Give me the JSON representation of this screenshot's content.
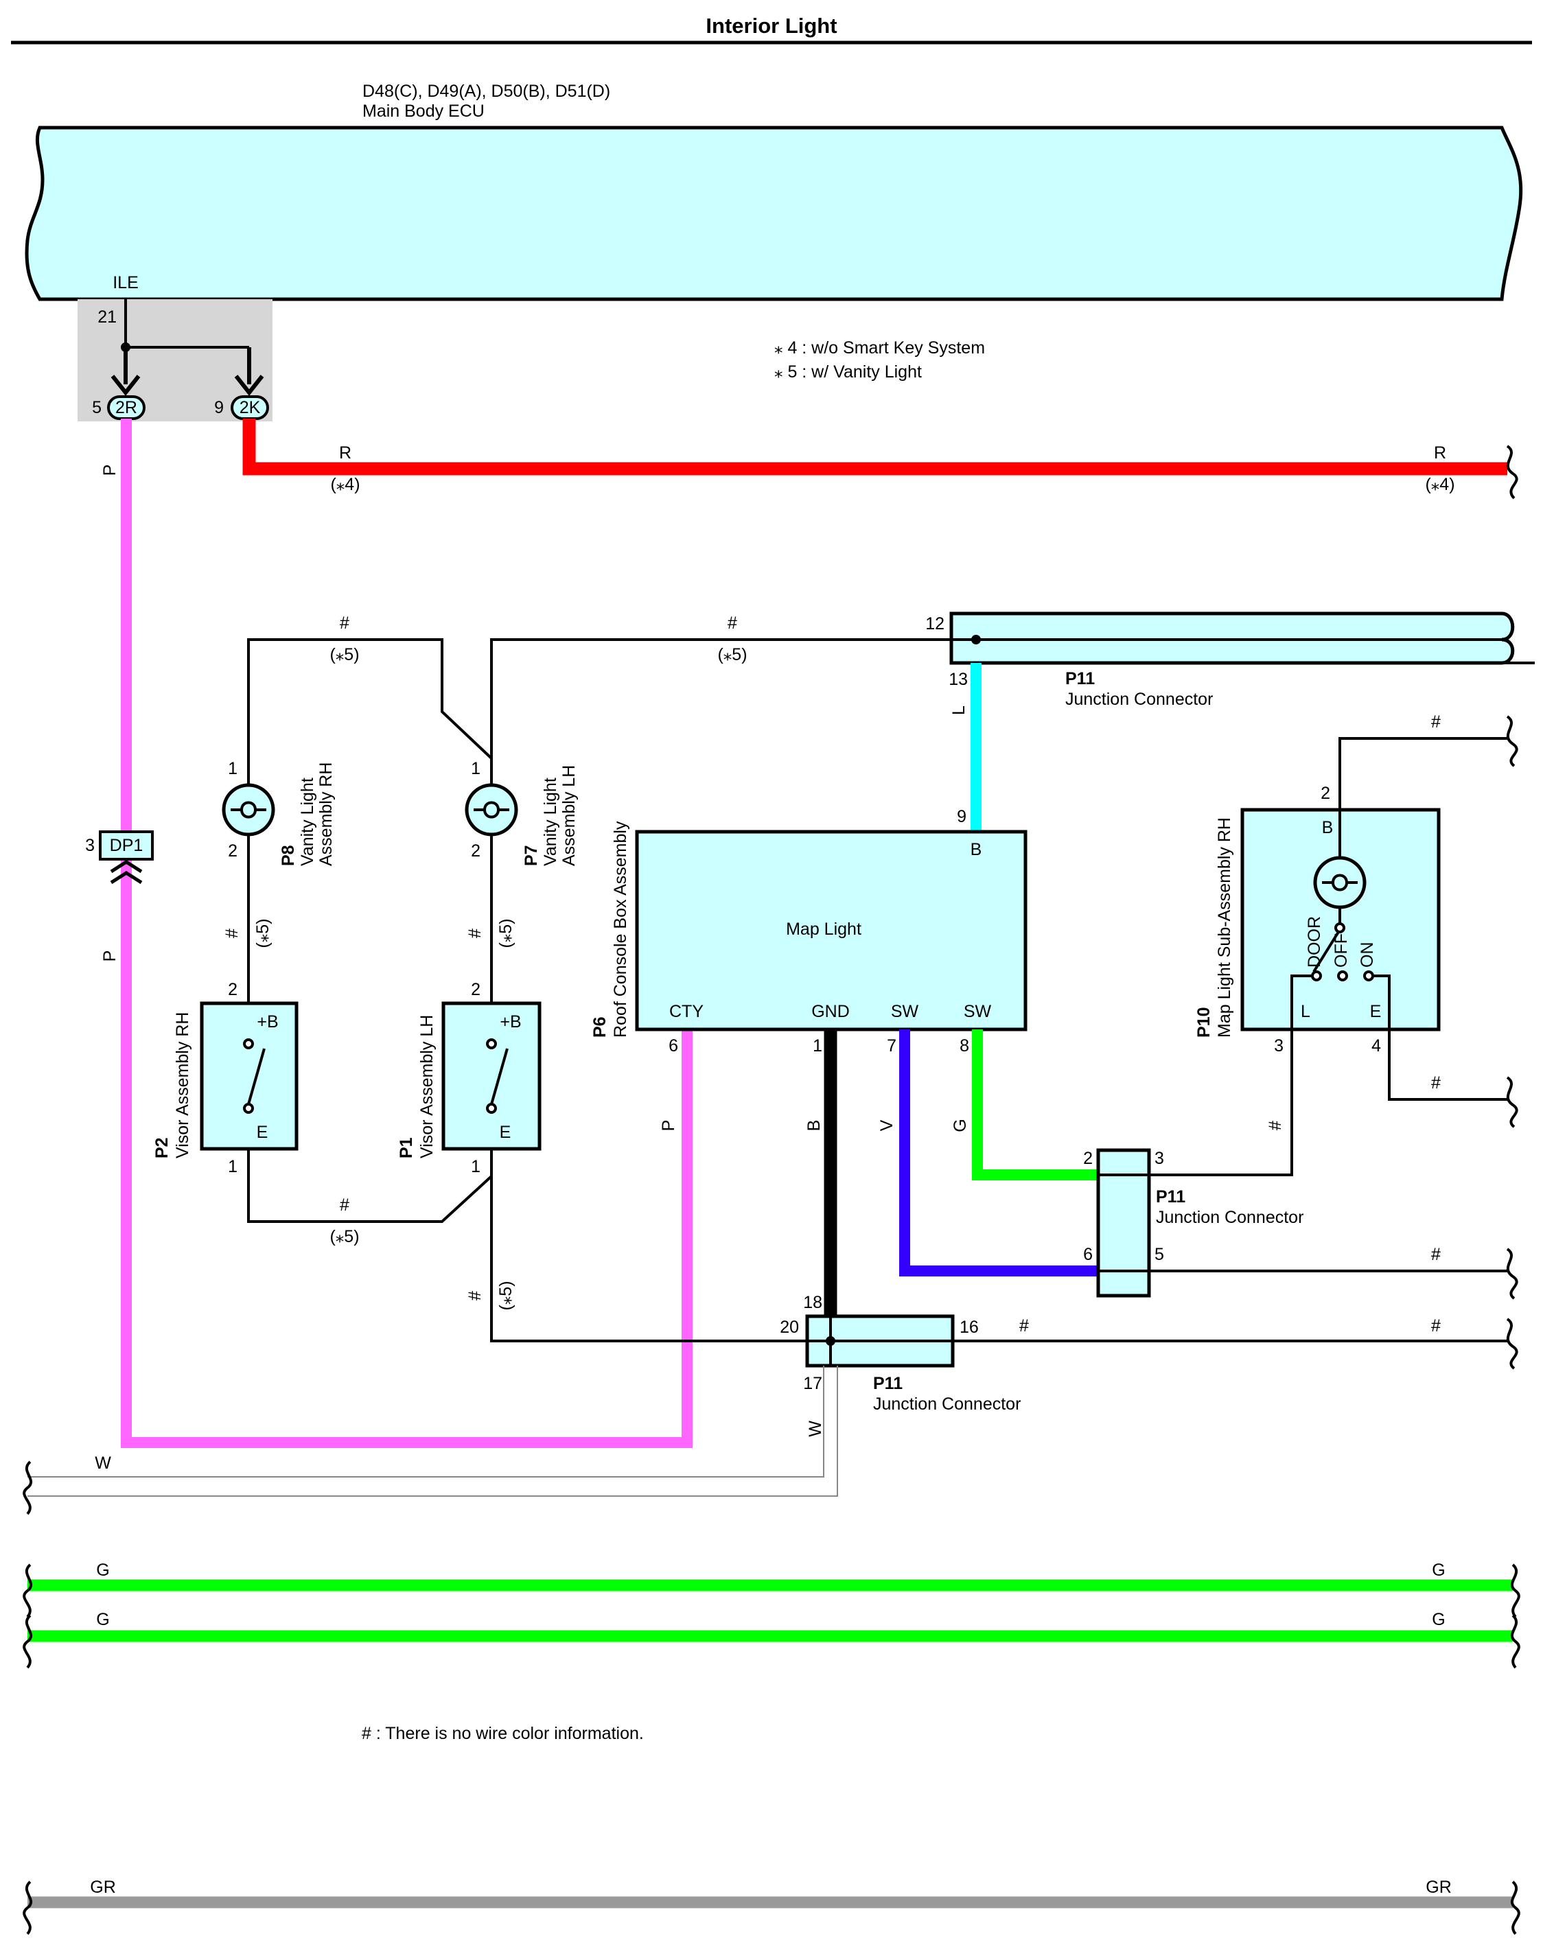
{
  "title": "Interior Light",
  "ecu": {
    "connectors": "D48(C), D49(A), D50(B), D51(D)",
    "name": "Main Body ECU",
    "terminal": "ILE",
    "pin": "21"
  },
  "notes": {
    "n4": "⁎ 4 : w/o Smart Key System",
    "n5": "⁎ 5 : w/ Vanity Light",
    "hash": "# : There is no wire color information."
  },
  "conditions": {
    "c4": "(⁎4)",
    "c5": "(⁎5)"
  },
  "junctions": {
    "j2r": {
      "pin": "5",
      "label": "2R"
    },
    "j2k": {
      "pin": "9",
      "label": "2K"
    },
    "dp1": {
      "pin": "3",
      "label": "DP1"
    }
  },
  "wire_colors": {
    "P": "P",
    "R": "R",
    "L": "L",
    "B": "B",
    "V": "V",
    "G": "G",
    "W": "W",
    "GR": "GR",
    "hash": "#"
  },
  "colors": {
    "pink": "#ff66ff",
    "red": "#ff0000",
    "cyan": "#00ffff",
    "black": "#000000",
    "violet": "#3300ff",
    "green": "#00ff00",
    "gray": "#999999",
    "fill": "#ccffff",
    "ecu_shade": "#d6d6d6"
  },
  "p11": {
    "id": "P11",
    "name": "Junction Connector",
    "top_pins": {
      "p12": "12",
      "p13": "13"
    },
    "mid_pins": {
      "p2": "2",
      "p3": "3",
      "p6": "6",
      "p5": "5"
    },
    "bot_pins": {
      "p18": "18",
      "p20": "20",
      "p16": "16",
      "p17": "17"
    }
  },
  "vanity_rh": {
    "id": "P8",
    "name": "Vanity Light Assembly RH",
    "pin1": "1",
    "pin2": "2"
  },
  "vanity_lh": {
    "id": "P7",
    "name": "Vanity Light Assembly LH",
    "pin1": "1",
    "pin2": "2"
  },
  "visor_rh": {
    "id": "P2",
    "name": "Visor Assembly RH",
    "pin_top": "2",
    "pin_bot": "1",
    "b": "+B",
    "e": "E"
  },
  "visor_lh": {
    "id": "P1",
    "name": "Visor Assembly LH",
    "pin_top": "2",
    "pin_bot": "1",
    "b": "+B",
    "e": "E"
  },
  "roof_console": {
    "id": "P6",
    "name": "Roof Console Box Assembly",
    "inner": "Map Light",
    "b_term": "B",
    "b_pin": "9",
    "cty": "CTY",
    "gnd": "GND",
    "sw1": "SW",
    "sw2": "SW",
    "pin6": "6",
    "pin1": "1",
    "pin7": "7",
    "pin8": "8"
  },
  "map_light_rh": {
    "id": "P10",
    "name": "Map Light Sub-Assembly RH",
    "b": "B",
    "pin2": "2",
    "door": "DOOR",
    "off": "OFF",
    "on": "ON",
    "l": "L",
    "e": "E",
    "pin3": "3",
    "pin4": "4"
  }
}
